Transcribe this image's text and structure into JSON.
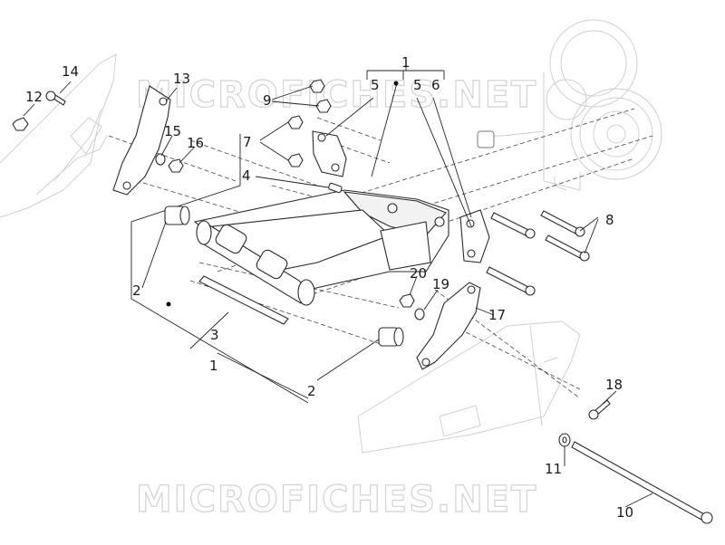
{
  "watermarks": [
    "MICROFICHES.NET",
    "MICROFICHES.NET"
  ],
  "callouts": {
    "c1a": "1",
    "c1b": "1",
    "c2a": "2",
    "c2b": "2",
    "c3": "3",
    "c4": "4",
    "c5a": "5",
    "c5b": "5",
    "c6": "6",
    "c7": "7",
    "c8": "8",
    "c9": "9",
    "c10": "10",
    "c11": "11",
    "c12": "12",
    "c13": "13",
    "c14": "14",
    "c15": "15",
    "c16": "16",
    "c17": "17",
    "c18": "18",
    "c19": "19",
    "c20": "20"
  }
}
